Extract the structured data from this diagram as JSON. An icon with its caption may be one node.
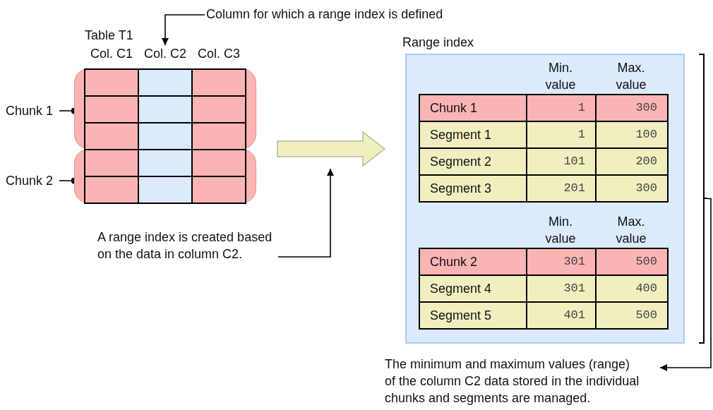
{
  "diagram": {
    "nodes": [
      {
        "text": [
          "Column for which a range index is defined"
        ]
      },
      {
        "text": [
          "Table T1"
        ]
      },
      {
        "text": [
          "Col. C1"
        ],
        "in": 1
      },
      {
        "text": [
          "Col. C2"
        ],
        "in": 1
      },
      {
        "text": [
          "Col. C3"
        ],
        "in": 1
      },
      {
        "text": [],
        "shape": "box",
        "in": 1
      },
      {
        "text": [],
        "shape": "box",
        "in": 1
      },
      {
        "text": [
          "Chunk 1"
        ]
      },
      {
        "text": [
          "Chunk 2"
        ]
      },
      {
        "text": [
          "A range index is created based on the data in column C2."
        ]
      },
      {
        "text": [
          "Range index"
        ]
      },
      {
        "text": [],
        "shape": "bracket"
      },
      {
        "text": [
          "The minimum and maximum values (range) of the column C2 data stored in the individual chunks and segments are managed."
        ]
      }
    ],
    "edges": [
      {
        "from": 0,
        "to": 3,
        "arrow": "to"
      },
      {
        "from": 7,
        "to": 5,
        "arrow": "other"
      },
      {
        "from": 8,
        "to": 6,
        "arrow": "other"
      },
      {
        "from": 1,
        "to": 10,
        "arrow": "to",
        "style": "thick"
      },
      {
        "from": 9,
        "to": null,
        "arrow": "to"
      },
      {
        "from": 11,
        "to": 12,
        "arrow": "to"
      }
    ],
    "labels": [
      "Min. value",
      "Max. value",
      "Chunk 1",
      "1",
      "300",
      "Segment 1",
      "1",
      "100",
      "Segment 2",
      "101",
      "200",
      "Segment 3",
      "201",
      "300",
      "Min. value",
      "Max. value",
      "Chunk 2",
      "301",
      "500",
      "Segment 4",
      "301",
      "400",
      "Segment 5",
      "401",
      "500"
    ]
  }
}
